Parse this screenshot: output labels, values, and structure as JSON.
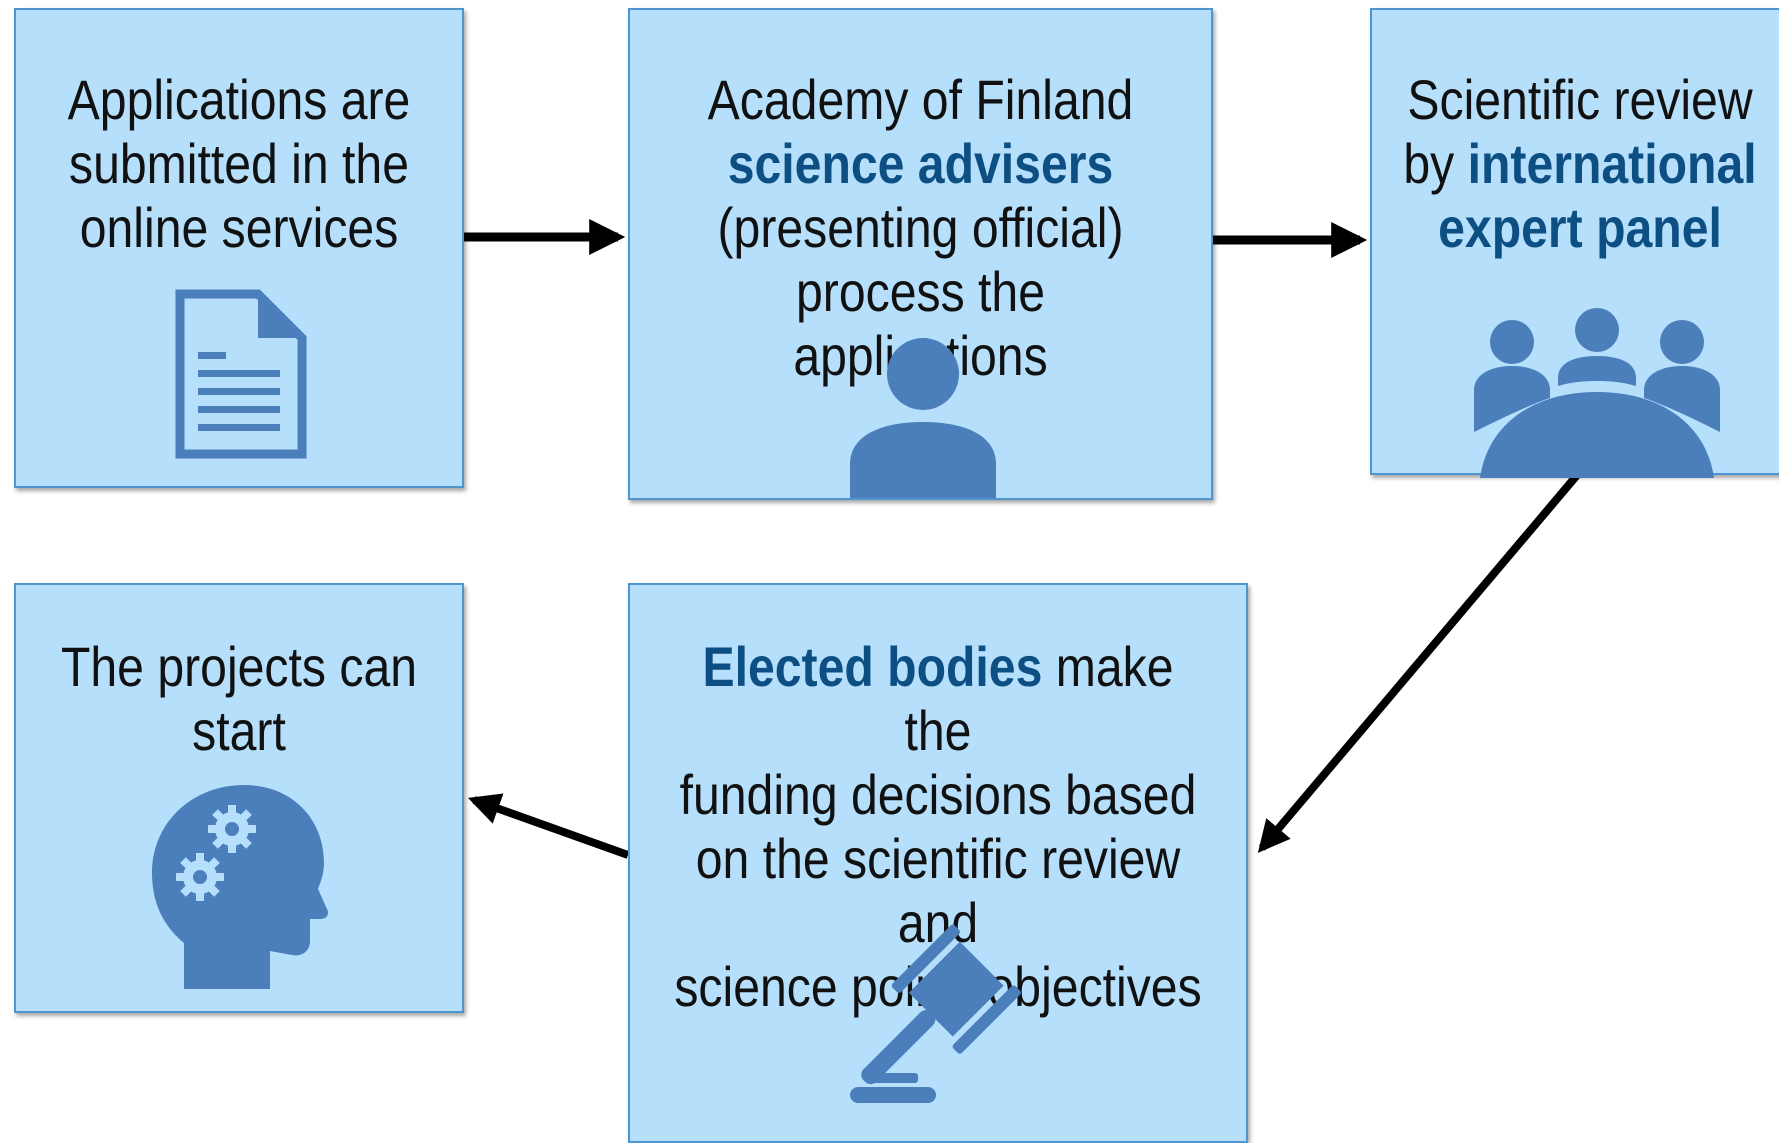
{
  "colors": {
    "box_fill": "#b5dffb",
    "box_border": "#4f95cf",
    "icon": "#4a7fbc",
    "highlight": "#0d4f83",
    "arrow": "#000000"
  },
  "boxes": {
    "submit": {
      "lines": [
        "Applications are",
        "submitted in the",
        "online services"
      ],
      "icon": "document-icon"
    },
    "advisers": {
      "line1": "Academy of Finland",
      "line2": "science advisers",
      "line3": "(presenting official)",
      "line4": "process the applications",
      "icon": "person-icon"
    },
    "review": {
      "line1": "Scientific review",
      "line2_prefix": "by ",
      "line2_highlight": "international",
      "line3": "expert panel",
      "icon": "meeting-group-icon"
    },
    "decision": {
      "line1_highlight": "Elected bodies",
      "line1_rest": " make the",
      "line2": "funding decisions based",
      "line3": "on the scientific review and",
      "line4": "science policy objectives",
      "icon": "gavel-icon"
    },
    "start": {
      "lines": [
        "The projects can",
        "start"
      ],
      "icon": "head-gears-icon"
    }
  }
}
